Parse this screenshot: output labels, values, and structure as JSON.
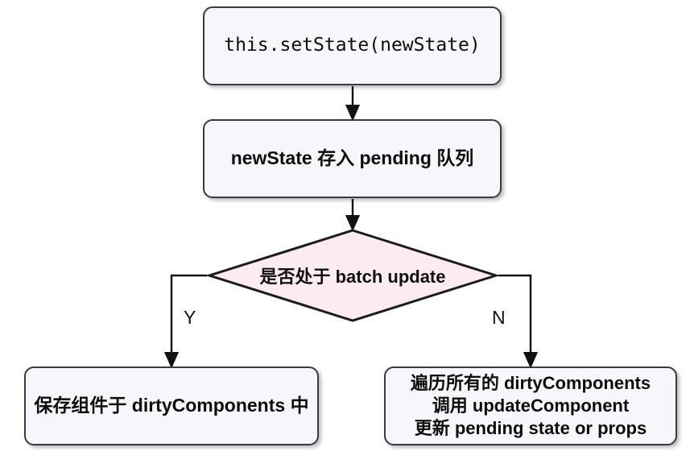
{
  "diagram": {
    "title": "React setState batch update flow",
    "colors": {
      "node_fill": "#f7f6fb",
      "decision_fill": "#fcebf0",
      "stroke": "#3a3a44",
      "text": "#0d0d0d"
    },
    "nodes": {
      "setstate": {
        "label": "this.setState(newState)",
        "shape": "rounded-rect"
      },
      "pending": {
        "label": "newState 存入 pending 队列",
        "shape": "rounded-rect"
      },
      "decision": {
        "label": "是否处于 batch update",
        "shape": "diamond"
      },
      "dirty": {
        "label": "保存组件于 dirtyComponents 中",
        "shape": "rounded-rect"
      },
      "traverse": {
        "shape": "rounded-rect",
        "line1": "遍历所有的 dirtyComponents",
        "line2": "调用 updateComponent",
        "line3": "更新 pending state or props"
      }
    },
    "edges": {
      "yes_label": "Y",
      "no_label": "N"
    }
  }
}
